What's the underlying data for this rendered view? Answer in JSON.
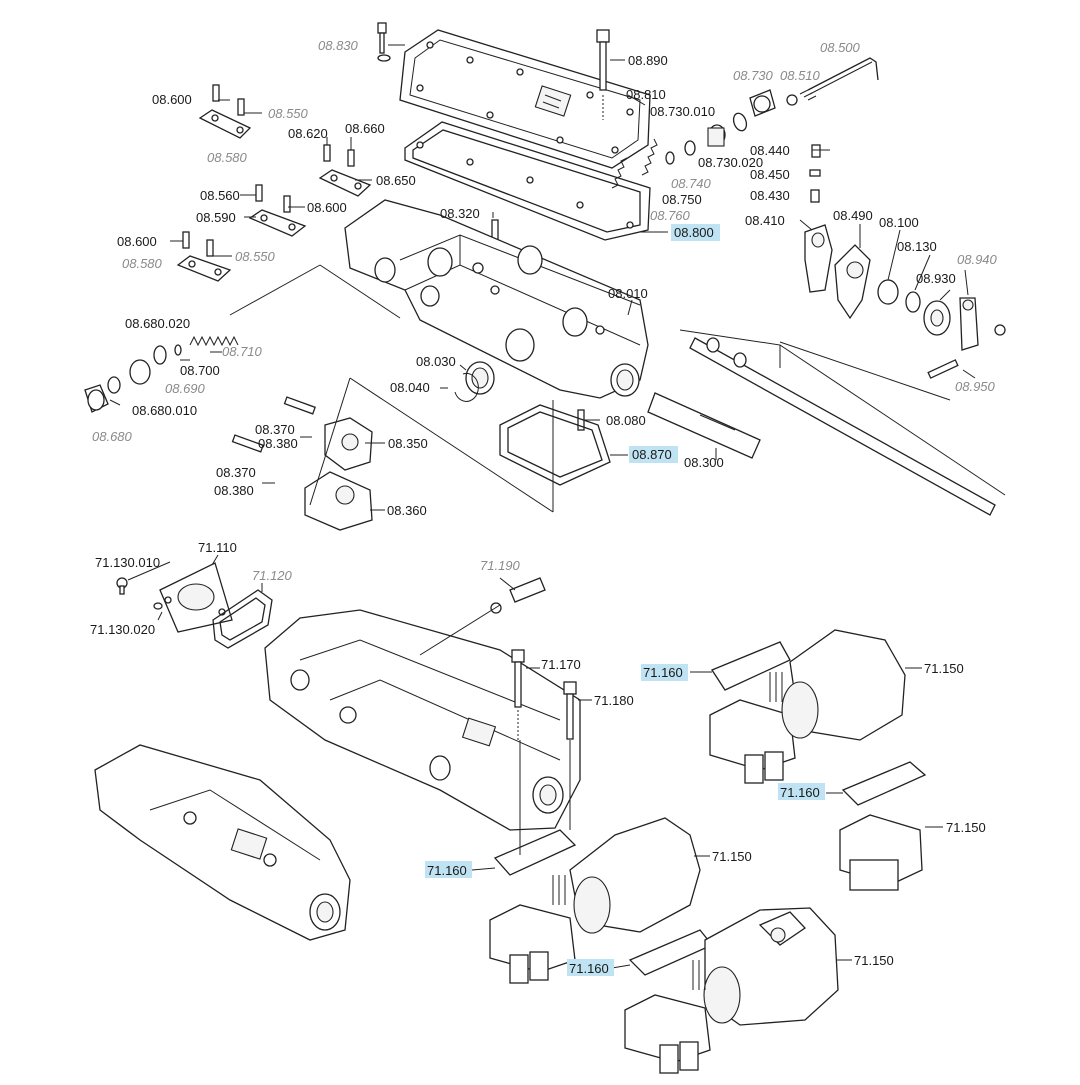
{
  "diagram": {
    "labels_top": {
      "l08_830": "08.830",
      "l08_890": "08.890",
      "l08_500": "08.500",
      "l08_730": "08.730",
      "l08_510": "08.510",
      "l08_600a": "08.600",
      "l08_550a": "08.550",
      "l08_810": "08.810",
      "l08_730_010": "08.730.010",
      "l08_580a": "08.580",
      "l08_620": "08.620",
      "l08_660": "08.660",
      "l08_440": "08.440",
      "l08_450": "08.450",
      "l08_730_020": "08.730.020",
      "l08_740": "08.740",
      "l08_650": "08.650",
      "l08_430": "08.430",
      "l08_560": "08.560",
      "l08_750": "08.750",
      "l08_590": "08.590",
      "l08_600b": "08.600",
      "l08_320": "08.320",
      "l08_760": "08.760",
      "l08_410": "08.410",
      "l08_490": "08.490",
      "l08_100": "08.100",
      "l08_800": "08.800",
      "l08_600c": "08.600",
      "l08_130": "08.130",
      "l08_580b": "08.580",
      "l08_550b": "08.550",
      "l08_940": "08.940",
      "l08_930": "08.930",
      "l08_010": "08.010",
      "l08_680_020": "08.680.020",
      "l08_710": "08.710",
      "l08_030": "08.030",
      "l08_700": "08.700",
      "l08_690": "08.690",
      "l08_040": "08.040",
      "l08_950": "08.950",
      "l08_680_010": "08.680.010",
      "l08_080": "08.080",
      "l08_680": "08.680",
      "l08_370a": "08.370",
      "l08_380a": "08.380",
      "l08_350": "08.350",
      "l08_870": "08.870",
      "l08_300": "08.300",
      "l08_370b": "08.370",
      "l08_380b": "08.380",
      "l08_360": "08.360"
    },
    "labels_bottom": {
      "l71_130_010": "71.130.010",
      "l71_110": "71.110",
      "l71_120": "71.120",
      "l71_190": "71.190",
      "l71_130_020": "71.130.020",
      "l71_170": "71.170",
      "l71_160a": "71.160",
      "l71_150a": "71.150",
      "l71_180": "71.180",
      "l71_160b": "71.160",
      "l71_150b": "71.150",
      "l71_160c": "71.160",
      "l71_150c": "71.150",
      "l71_160d": "71.160",
      "l71_150d": "71.150"
    },
    "highlight_color": "#bfe3f3",
    "line_color": "#222222",
    "italic_label_color": "#8a8a8a"
  }
}
